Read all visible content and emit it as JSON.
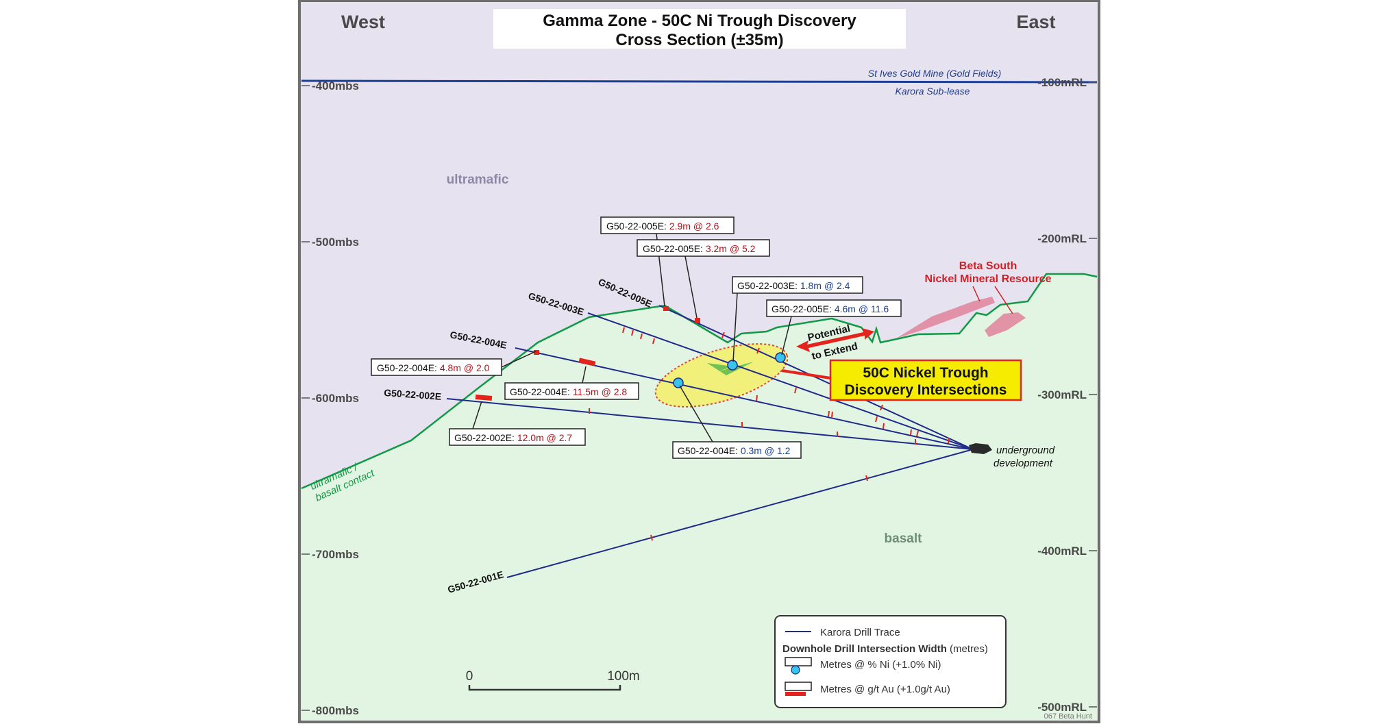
{
  "header": {
    "west": "West",
    "east": "East",
    "title_line1": "Gamma Zone - 50C Ni Trough Discovery",
    "title_line2": "Cross Section (±35m)"
  },
  "boundary": {
    "upper_label": "St Ives Gold Mine (Gold Fields)",
    "lower_label": "Karora Sub-lease"
  },
  "depth_labels": [
    "-400mbs",
    "-500mbs",
    "-600mbs",
    "-700mbs",
    "-800mbs"
  ],
  "rl_labels": [
    "-100mRL",
    "-200mRL",
    "-300mRL",
    "-400mRL",
    "-500mRL"
  ],
  "zones": {
    "ultramafic": "ultramafic",
    "basalt": "basalt",
    "contact_line1": "ultramafic /",
    "contact_line2": "basalt contact"
  },
  "holes": [
    {
      "id": "G50-22-001E"
    },
    {
      "id": "G50-22-002E"
    },
    {
      "id": "G50-22-003E"
    },
    {
      "id": "G50-22-004E"
    },
    {
      "id": "G50-22-005E"
    }
  ],
  "intersections": [
    {
      "hole": "G50-22-005E: ",
      "value": "2.9m @ 2.6",
      "kind": "au"
    },
    {
      "hole": "G50-22-005E: ",
      "value": "3.2m @ 5.2",
      "kind": "au"
    },
    {
      "hole": "G50-22-003E: ",
      "value": "1.8m @ 2.4",
      "kind": "ni"
    },
    {
      "hole": "G50-22-005E: ",
      "value": "4.6m @ 11.6",
      "kind": "ni"
    },
    {
      "hole": "G50-22-004E: ",
      "value": "4.8m @ 2.0",
      "kind": "au"
    },
    {
      "hole": "G50-22-004E: ",
      "value": "11.5m @ 2.8",
      "kind": "au"
    },
    {
      "hole": "G50-22-002E: ",
      "value": "12.0m @ 2.7",
      "kind": "au"
    },
    {
      "hole": "G50-22-004E: ",
      "value": "0.3m @ 1.2",
      "kind": "ni"
    }
  ],
  "resource": {
    "line1": "Beta South",
    "line2": "Nickel Mineral Resource"
  },
  "potential": {
    "line1": "Potential",
    "line2": "to Extend"
  },
  "discovery": {
    "line1": "50C Nickel Trough",
    "line2": "Discovery Intersections"
  },
  "underground": {
    "line1": "underground",
    "line2": "development"
  },
  "scale": {
    "start": "0",
    "end": "100m"
  },
  "legend": {
    "trace": "Karora Drill Trace",
    "heading": "Downhole Drill Intersection Width",
    "heading_unit": " (metres)",
    "ni": "Metres @ % Ni (+1.0% Ni)",
    "au": "Metres @ g/t Au (+1.0g/t Au)"
  },
  "footer": "067 Beta Hunt",
  "colors": {
    "ultramafic_bg": "#e6e2ef",
    "basalt_bg": "#e2f4e2",
    "contact_line": "#119a45",
    "drill_trace": "#1f2a8a",
    "au_red": "#e4241c",
    "ni_cyan": "#39c4ec",
    "value_red": "#b3141a",
    "value_blue": "#183f93",
    "highlight_yellow": "#f3f06a",
    "resource_pink": "#e08aa0",
    "boundary_blue": "#1d3e95"
  }
}
